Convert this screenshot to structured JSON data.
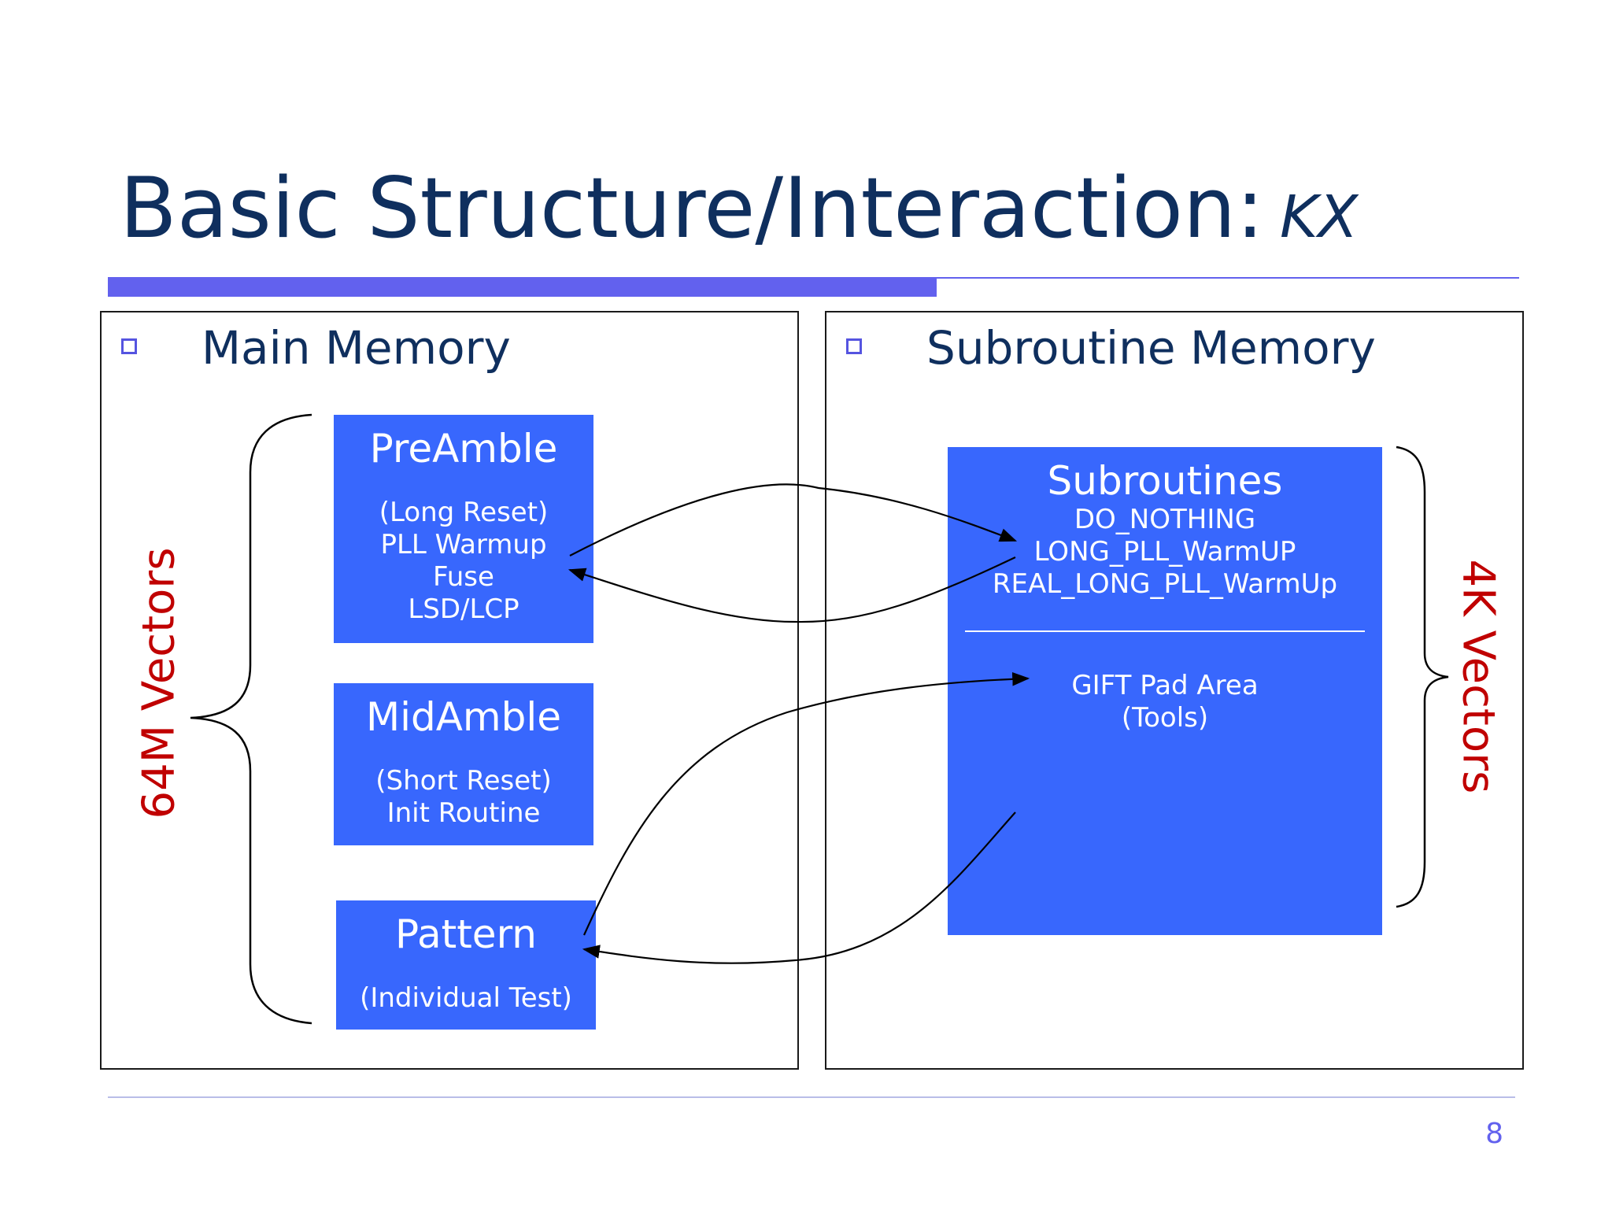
{
  "slide": {
    "title": "Basic Structure/Interaction:",
    "title_suffix": "KX",
    "page_number": "8"
  },
  "main_memory": {
    "heading": "Main Memory",
    "vector_label": "64M Vectors",
    "preamble": {
      "title": "PreAmble",
      "lines": [
        "(Long Reset)",
        "PLL Warmup",
        "Fuse",
        "LSD/LCP"
      ]
    },
    "midamble": {
      "title": "MidAmble",
      "lines": [
        "(Short Reset)",
        "Init Routine"
      ]
    },
    "pattern": {
      "title": "Pattern",
      "lines": [
        "(Individual Test)"
      ]
    }
  },
  "subroutine_memory": {
    "heading": "Subroutine Memory",
    "vector_label": "4K Vectors",
    "subroutines": {
      "title": "Subroutines",
      "lines": [
        "DO_NOTHING",
        "LONG_PLL_WarmUP",
        "REAL_LONG_PLL_WarmUp"
      ],
      "pad_lines": [
        "GIFT Pad Area",
        "(Tools)"
      ]
    }
  },
  "colors": {
    "title_text": "#0f2f5e",
    "accent_bar": "#6261ee",
    "block_fill": "#3867fd",
    "vector_label": "#c00000"
  }
}
